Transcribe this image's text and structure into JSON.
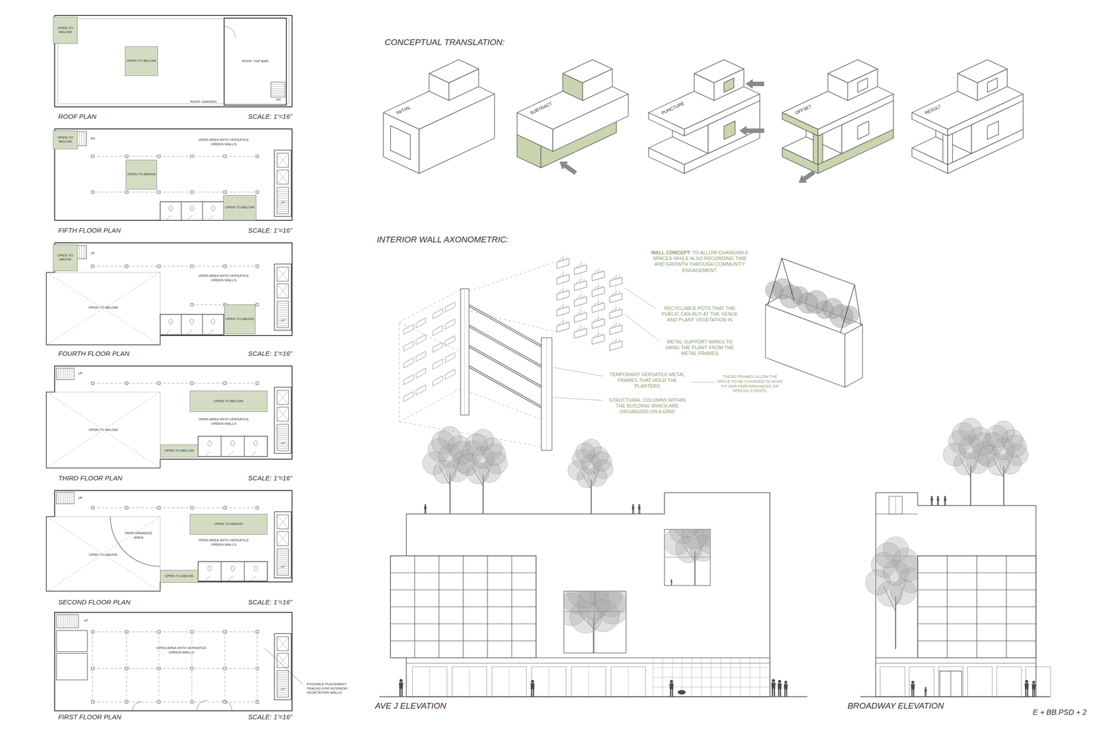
{
  "diagram": {
    "nodes": [
      {
        "text": [
          "ROOF PLAN"
        ]
      },
      {
        "text": [
          "OPEN TO BELOW"
        ],
        "in": 0
      },
      {
        "text": [
          "OPEN TO BELOW"
        ],
        "in": 0
      },
      {
        "text": [
          "ROOF TOP BAR"
        ],
        "in": 0
      },
      {
        "text": [
          "FIFTH FLOOR PLAN"
        ]
      },
      {
        "text": [
          "OPEN TO BELOW"
        ],
        "in": 4
      },
      {
        "text": [
          "OPEN TO ABOVE"
        ],
        "in": 4
      },
      {
        "text": [
          "OPEN TO BELOW"
        ],
        "in": 4
      },
      {
        "text": [
          "FOURTH FLOOR PLAN"
        ]
      },
      {
        "text": [
          "OPEN TO ABOVE"
        ],
        "in": 8
      },
      {
        "text": [
          "OPEN TO ABOVE"
        ],
        "in": 8
      },
      {
        "text": [
          "THIRD FLOOR PLAN"
        ]
      },
      {
        "text": [
          "OPEN TO BELOW"
        ],
        "in": 11
      },
      {
        "text": [
          "OPEN TO BELOW"
        ],
        "in": 11
      },
      {
        "text": [
          "SECOND FLOOR PLAN"
        ]
      },
      {
        "text": [
          "OPEN TO ABOVE"
        ],
        "in": 14
      },
      {
        "text": [
          "OPEN TO ABOVE"
        ],
        "in": 14
      },
      {
        "text": [
          "FIRST FLOOR PLAN"
        ]
      }
    ],
    "labels": [
      "ROOF GARDEN",
      "DN",
      "SCALE: 1’=16”",
      "DN",
      "OPEN AREA WITH VERSATILE GREEN WALLS",
      "UP",
      "SCALE: 1’=16”",
      "UP",
      "OPEN AREA WITH VERSATILE GREEN WALLS",
      "OPEN TO BELOW",
      "UP",
      "SCALE: 1’=16”",
      "UP",
      "OPEN AREA WITH VERSATILE GREEN WALLS",
      "OPEN TO BELOW",
      "UP",
      "SCALE: 1’=16”",
      "UP",
      "PERFORMANCE AREA",
      "OPEN TO ABOVE",
      "OPEN AREA WITH VERSATILE GREEN WALLS",
      "UP",
      "SCALE: 1’=16”",
      "UP",
      "OPEN AREA WITH VERSATILE GREEN WALLS",
      "UP",
      "POSSIBLE PLACEMENT TRACKS FOR INTERIOR VEGETATION WALLS",
      "SCALE: 1’=16”",
      "CONCEPTUAL TRANSLATION:",
      "INITIAL",
      "SUBTRACT",
      "PUNCTURE",
      "OFFSET",
      "RESULT",
      "INTERIOR WALL AXONOMETRIC:",
      "WALL CONCEPT:",
      "TO ALLOW CHANGABLE SPACES WHILE ALSO RECORDING TIME AND GROWTH THROUGH COMMUNITY ENGAGEMENT.",
      "RECYCLABLE POTS THAT THE PUBLIC CAN BUY AT THE VENUE AND PLANT VEGETATION IN",
      "METAL SUPPORT WIRES TO HANG THE PLANT FROM THE METAL FRAMES",
      "TEMPORARY VERSATILE METAL FRAMES THAT HOLD THE PLANTERS",
      "THESE FRAMES ALLOW THE SPACE TO BE CHANGED TO MAKE FIT FOR PERFORMANCES OR SPECIAL EVENTS.",
      "STRUCTURAL COLUMNS WITHIN THE BUILDING WHICH ARE ORGANIZED ON A GRID",
      "AVE J ELEVATION",
      "BROADWAY ELEVATION",
      "E + BB.PSD + 2"
    ]
  }
}
